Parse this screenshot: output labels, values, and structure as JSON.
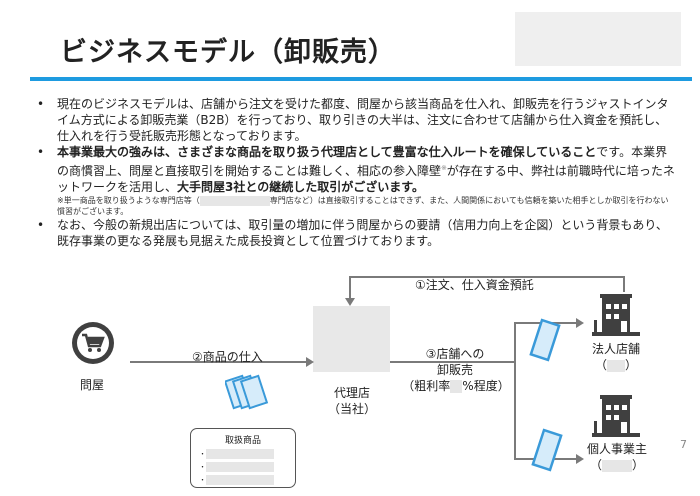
{
  "title": "ビジネスモデル（卸販売）",
  "bullets": [
    {
      "text": "現在のビジネスモデルは、店舗から注文を受けた都度、問屋から該当商品を仕入れ、卸販売を行うジャストインタイム方式による卸販売業（B2B）を行っており、取り引きの大半は、注文に合わせて店舗から仕入資金を預託し、仕入れを行う受託販売形態となっております。"
    },
    {
      "bold1": "本事業最大の強みは、さまざまな商品を取り扱う代理店として豊富な仕入ルートを確保していること",
      "text1": "です。本業界の商慣習上、問屋と直接取引を開始することは難しく、相応の参入障壁",
      "mark": "※",
      "text2": "が存在する中、弊社は前職時代に培ったネットワークを活用し、",
      "bold2": "大手問屋3社との継続した取引がございます。",
      "note_a": "※単一商品を取り扱うような専門店等（",
      "note_b": "専門店など）は直接取引することはできず、また、人間関係においても信頼を築いた相手としか取引を行わない慣習がございます。"
    },
    {
      "text": "なお、今般の新規出店については、取引量の増加に伴う問屋からの要請（信用力向上を企図）という背景もあり、既存事業の更なる発展も見据えた成長投資として位置づけております。"
    }
  ],
  "diagram": {
    "wholesaler": "問屋",
    "step1": "①注文、仕入資金預託",
    "step2": "②商品の仕入",
    "agent_line1": "代理店",
    "agent_line2": "（当社）",
    "step3_line1": "③店舗への",
    "step3_line2": "卸販売",
    "step3_line3a": "（粗利率",
    "step3_line3b": "%程度）",
    "products_title": "取扱商品",
    "corporate": "法人店舗",
    "individual": "個人事業主",
    "paren_open": "（",
    "paren_close": "）"
  },
  "page_number": "7",
  "colors": {
    "accent": "#1e9be0",
    "icon_dark": "#404040",
    "card_blue": "#3a9ad9"
  }
}
